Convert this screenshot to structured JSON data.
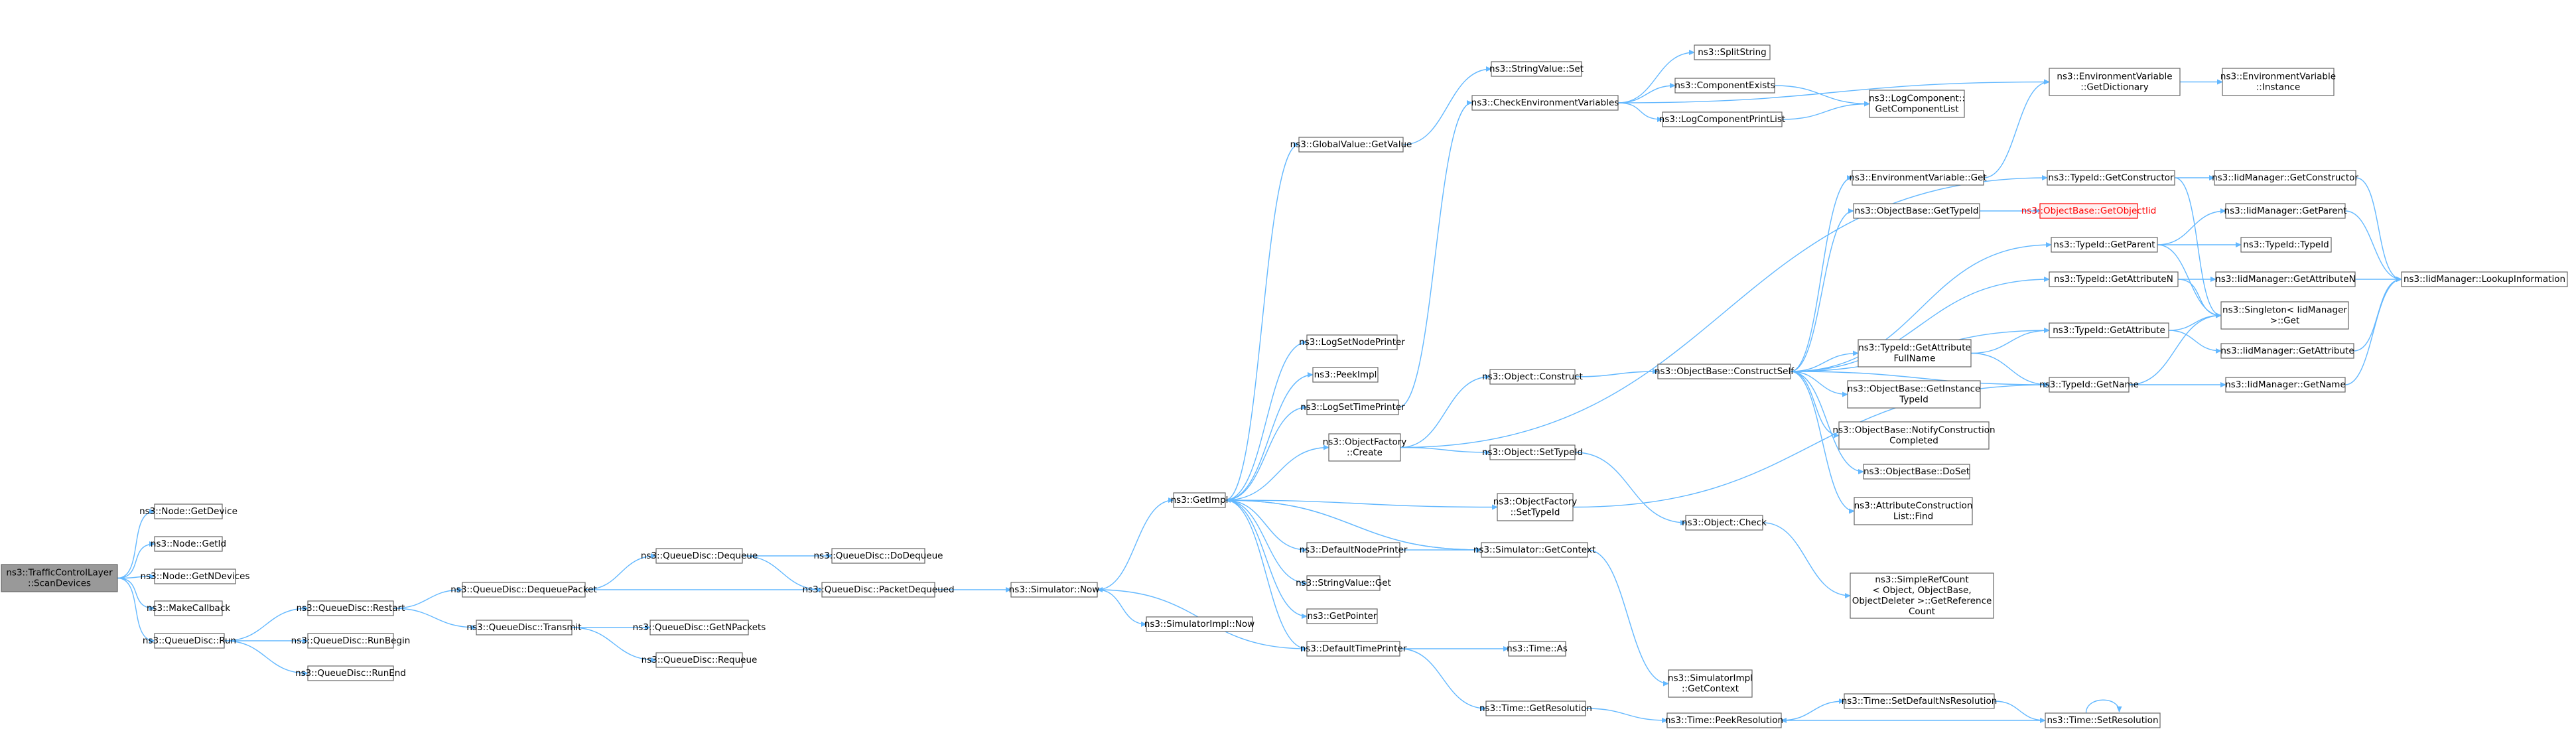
{
  "colors": {
    "node_fill": "#ffffff",
    "node_border": "#666666",
    "root_fill": "#999999",
    "root_border": "#666666",
    "highlight_fill": "#fff0f0",
    "highlight_border": "#ff0000",
    "highlight_text": "#ff0000",
    "edge": "#63b8ff"
  },
  "nodes": [
    {
      "id": "root",
      "lines": [
        "ns3::TrafficControlLayer",
        "::ScanDevices"
      ],
      "style": "root"
    },
    {
      "id": "getdevice",
      "lines": [
        "ns3::Node::GetDevice"
      ]
    },
    {
      "id": "getid",
      "lines": [
        "ns3::Node::GetId"
      ]
    },
    {
      "id": "getndevices",
      "lines": [
        "ns3::Node::GetNDevices"
      ]
    },
    {
      "id": "makecallback",
      "lines": [
        "ns3::MakeCallback"
      ]
    },
    {
      "id": "qrun",
      "lines": [
        "ns3::QueueDisc::Run"
      ]
    },
    {
      "id": "qrestart",
      "lines": [
        "ns3::QueueDisc::Restart"
      ]
    },
    {
      "id": "qrunbegin",
      "lines": [
        "ns3::QueueDisc::RunBegin"
      ]
    },
    {
      "id": "qrunend",
      "lines": [
        "ns3::QueueDisc::RunEnd"
      ]
    },
    {
      "id": "qdequeuepacket",
      "lines": [
        "ns3::QueueDisc::DequeuePacket"
      ]
    },
    {
      "id": "qtransmit",
      "lines": [
        "ns3::QueueDisc::Transmit"
      ]
    },
    {
      "id": "qdequeue",
      "lines": [
        "ns3::QueueDisc::Dequeue"
      ]
    },
    {
      "id": "qdodequeue",
      "lines": [
        "ns3::QueueDisc::DoDequeue"
      ]
    },
    {
      "id": "qpacketdequeued",
      "lines": [
        "ns3::QueueDisc::PacketDequeued"
      ]
    },
    {
      "id": "qgetnpackets",
      "lines": [
        "ns3::QueueDisc::GetNPackets"
      ]
    },
    {
      "id": "qrequeue",
      "lines": [
        "ns3::QueueDisc::Requeue"
      ]
    },
    {
      "id": "simnow",
      "lines": [
        "ns3::Simulator::Now"
      ]
    },
    {
      "id": "simimplnow",
      "lines": [
        "ns3::SimulatorImpl::Now"
      ]
    },
    {
      "id": "getimpl",
      "lines": [
        "ns3::GetImpl"
      ]
    },
    {
      "id": "gvgetvalue",
      "lines": [
        "ns3::GlobalValue::GetValue"
      ]
    },
    {
      "id": "logsetnodeprinter",
      "lines": [
        "ns3::LogSetNodePrinter"
      ]
    },
    {
      "id": "peekimpl",
      "lines": [
        "ns3::PeekImpl"
      ]
    },
    {
      "id": "logsettimeprinter",
      "lines": [
        "ns3::LogSetTimePrinter"
      ]
    },
    {
      "id": "ofcreate",
      "lines": [
        "ns3::ObjectFactory",
        "::Create"
      ]
    },
    {
      "id": "defaultnodeprinter",
      "lines": [
        "ns3::DefaultNodePrinter"
      ]
    },
    {
      "id": "svget",
      "lines": [
        "ns3::StringValue::Get"
      ]
    },
    {
      "id": "getpointer",
      "lines": [
        "ns3::GetPointer"
      ]
    },
    {
      "id": "defaulttimeprinter",
      "lines": [
        "ns3::DefaultTimePrinter"
      ]
    },
    {
      "id": "svset",
      "lines": [
        "ns3::StringValue::Set"
      ]
    },
    {
      "id": "checkenv",
      "lines": [
        "ns3::CheckEnvironmentVariables"
      ]
    },
    {
      "id": "objconstruct",
      "lines": [
        "ns3::Object::Construct"
      ]
    },
    {
      "id": "objsettypeid",
      "lines": [
        "ns3::Object::SetTypeId"
      ]
    },
    {
      "id": "ofsettypeid",
      "lines": [
        "ns3::ObjectFactory",
        "::SetTypeId"
      ]
    },
    {
      "id": "simgetcontext",
      "lines": [
        "ns3::Simulator::GetContext"
      ]
    },
    {
      "id": "timeas",
      "lines": [
        "ns3::Time::As"
      ]
    },
    {
      "id": "timegetres",
      "lines": [
        "ns3::Time::GetResolution"
      ]
    },
    {
      "id": "splitstring",
      "lines": [
        "ns3::SplitString"
      ]
    },
    {
      "id": "componentexists",
      "lines": [
        "ns3::ComponentExists"
      ]
    },
    {
      "id": "logcompprintlist",
      "lines": [
        "ns3::LogComponentPrintList"
      ]
    },
    {
      "id": "objbaseconstructself",
      "lines": [
        "ns3::ObjectBase::ConstructSelf"
      ]
    },
    {
      "id": "objcheck",
      "lines": [
        "ns3::Object::Check"
      ]
    },
    {
      "id": "simimplgetcontext",
      "lines": [
        "ns3::SimulatorImpl",
        "::GetContext"
      ]
    },
    {
      "id": "timepeekres",
      "lines": [
        "ns3::Time::PeekResolution"
      ]
    },
    {
      "id": "logcompgetlist",
      "lines": [
        "ns3::LogComponent::",
        "GetComponentList"
      ]
    },
    {
      "id": "envget",
      "lines": [
        "ns3::EnvironmentVariable::Get"
      ]
    },
    {
      "id": "objbasegettypeid",
      "lines": [
        "ns3::ObjectBase::GetTypeId"
      ]
    },
    {
      "id": "tidgetattrfullname",
      "lines": [
        "ns3::TypeId::GetAttribute",
        "FullName"
      ]
    },
    {
      "id": "objbasegetinstancetypeid",
      "lines": [
        "ns3::ObjectBase::GetInstance",
        "TypeId"
      ]
    },
    {
      "id": "objbasenotify",
      "lines": [
        "ns3::ObjectBase::NotifyConstruction",
        "Completed"
      ]
    },
    {
      "id": "objbasedoset",
      "lines": [
        "ns3::ObjectBase::DoSet"
      ]
    },
    {
      "id": "attrconstructfind",
      "lines": [
        "ns3::AttributeConstruction",
        "List::Find"
      ]
    },
    {
      "id": "simplerefcount",
      "lines": [
        "ns3::SimpleRefCount",
        "< Object, ObjectBase,",
        "ObjectDeleter >::GetReference",
        "Count"
      ]
    },
    {
      "id": "timesetdefaultns",
      "lines": [
        "ns3::Time::SetDefaultNsResolution"
      ]
    },
    {
      "id": "objbasegetobjectiid",
      "lines": [
        "ns3::ObjectBase::GetObjectIid"
      ],
      "style": "highlight"
    },
    {
      "id": "envgetdict",
      "lines": [
        "ns3::EnvironmentVariable",
        "::GetDictionary"
      ]
    },
    {
      "id": "tidgetconstructor",
      "lines": [
        "ns3::TypeId::GetConstructor"
      ]
    },
    {
      "id": "tidgetparent",
      "lines": [
        "ns3::TypeId::GetParent"
      ]
    },
    {
      "id": "tidgetattributen",
      "lines": [
        "ns3::TypeId::GetAttributeN"
      ]
    },
    {
      "id": "tidgetattribute",
      "lines": [
        "ns3::TypeId::GetAttribute"
      ]
    },
    {
      "id": "tidgetname",
      "lines": [
        "ns3::TypeId::GetName"
      ]
    },
    {
      "id": "timesetres",
      "lines": [
        "ns3::Time::SetResolution"
      ]
    },
    {
      "id": "envinstance",
      "lines": [
        "ns3::EnvironmentVariable",
        "::Instance"
      ]
    },
    {
      "id": "iidgetconstructor",
      "lines": [
        "ns3::IidManager::GetConstructor"
      ]
    },
    {
      "id": "iidgetparent",
      "lines": [
        "ns3::IidManager::GetParent"
      ]
    },
    {
      "id": "tidtypeid",
      "lines": [
        "ns3::TypeId::TypeId"
      ]
    },
    {
      "id": "iidgetattributen",
      "lines": [
        "ns3::IidManager::GetAttributeN"
      ]
    },
    {
      "id": "singletonget",
      "lines": [
        "ns3::Singleton< IidManager",
        " >::Get"
      ]
    },
    {
      "id": "iidgetattribute",
      "lines": [
        "ns3::IidManager::GetAttribute"
      ]
    },
    {
      "id": "iidgetname",
      "lines": [
        "ns3::IidManager::GetName"
      ]
    },
    {
      "id": "iidlookupinfo",
      "lines": [
        "ns3::IidManager::LookupInformation"
      ]
    }
  ]
}
